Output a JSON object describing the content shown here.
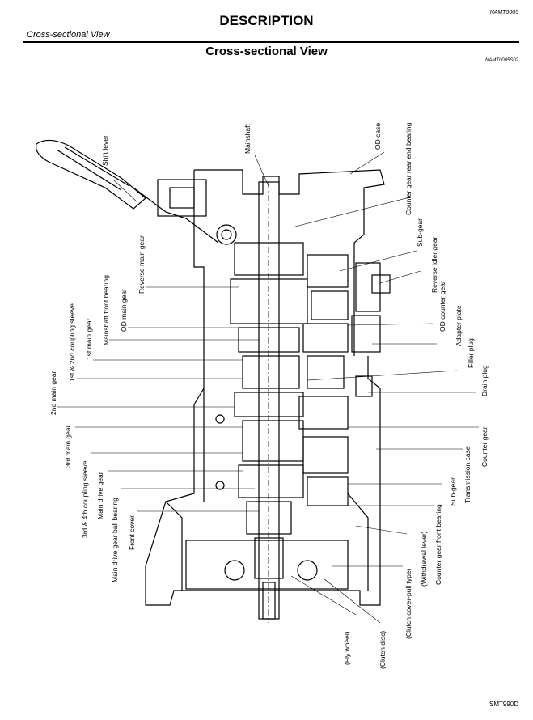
{
  "header": {
    "title": "DESCRIPTION",
    "code": "NAMT0005",
    "section": "Cross-sectional View"
  },
  "page_heading": "Cross-sectional View",
  "sub_code": "NAMT0005S02",
  "figure_code": "SMT990D",
  "labels": {
    "shift_lever": "Shift lever",
    "mainshaft": "Mainshaft",
    "od_case": "OD case",
    "counter_gear_rear_end_bearing": "Counter gear rear end bearing",
    "sub_gear_top": "Sub-gear",
    "reverse_idler_gear": "Reverse idler gear",
    "od_counter_gear": "OD counter gear",
    "adapter_plate": "Adapter plate",
    "filler_plug": "Filler plug",
    "drain_plug": "Drain plug",
    "counter_gear": "Counter gear",
    "transmission_case": "Transmission case",
    "sub_gear_bottom": "Sub-gear",
    "counter_gear_front_bearing": "Counter gear front bearing",
    "withdrawal_lever": "(Withdrawal lever)",
    "clutch_cover": "(Clutch cover-pull type)",
    "clutch_disc": "(Clutch disc)",
    "fly_wheel": "(Fly wheel)",
    "reverse_main_gear": "Reverse main gear",
    "od_main_gear": "OD main gear",
    "mainshaft_front_bearing": "Mainshaft front bearing",
    "first_main_gear": "1st main gear",
    "coupling_sleeve_12": "1st & 2nd coupling sleeve",
    "second_main_gear": "2nd main gear",
    "third_main_gear": "3rd main gear",
    "coupling_sleeve_34": "3rd & 4th coupling sleeve",
    "main_drive_gear": "Main drive gear",
    "main_drive_gear_ball_bearing": "Main drive gear ball bearing",
    "front_cover": "Front cover"
  }
}
